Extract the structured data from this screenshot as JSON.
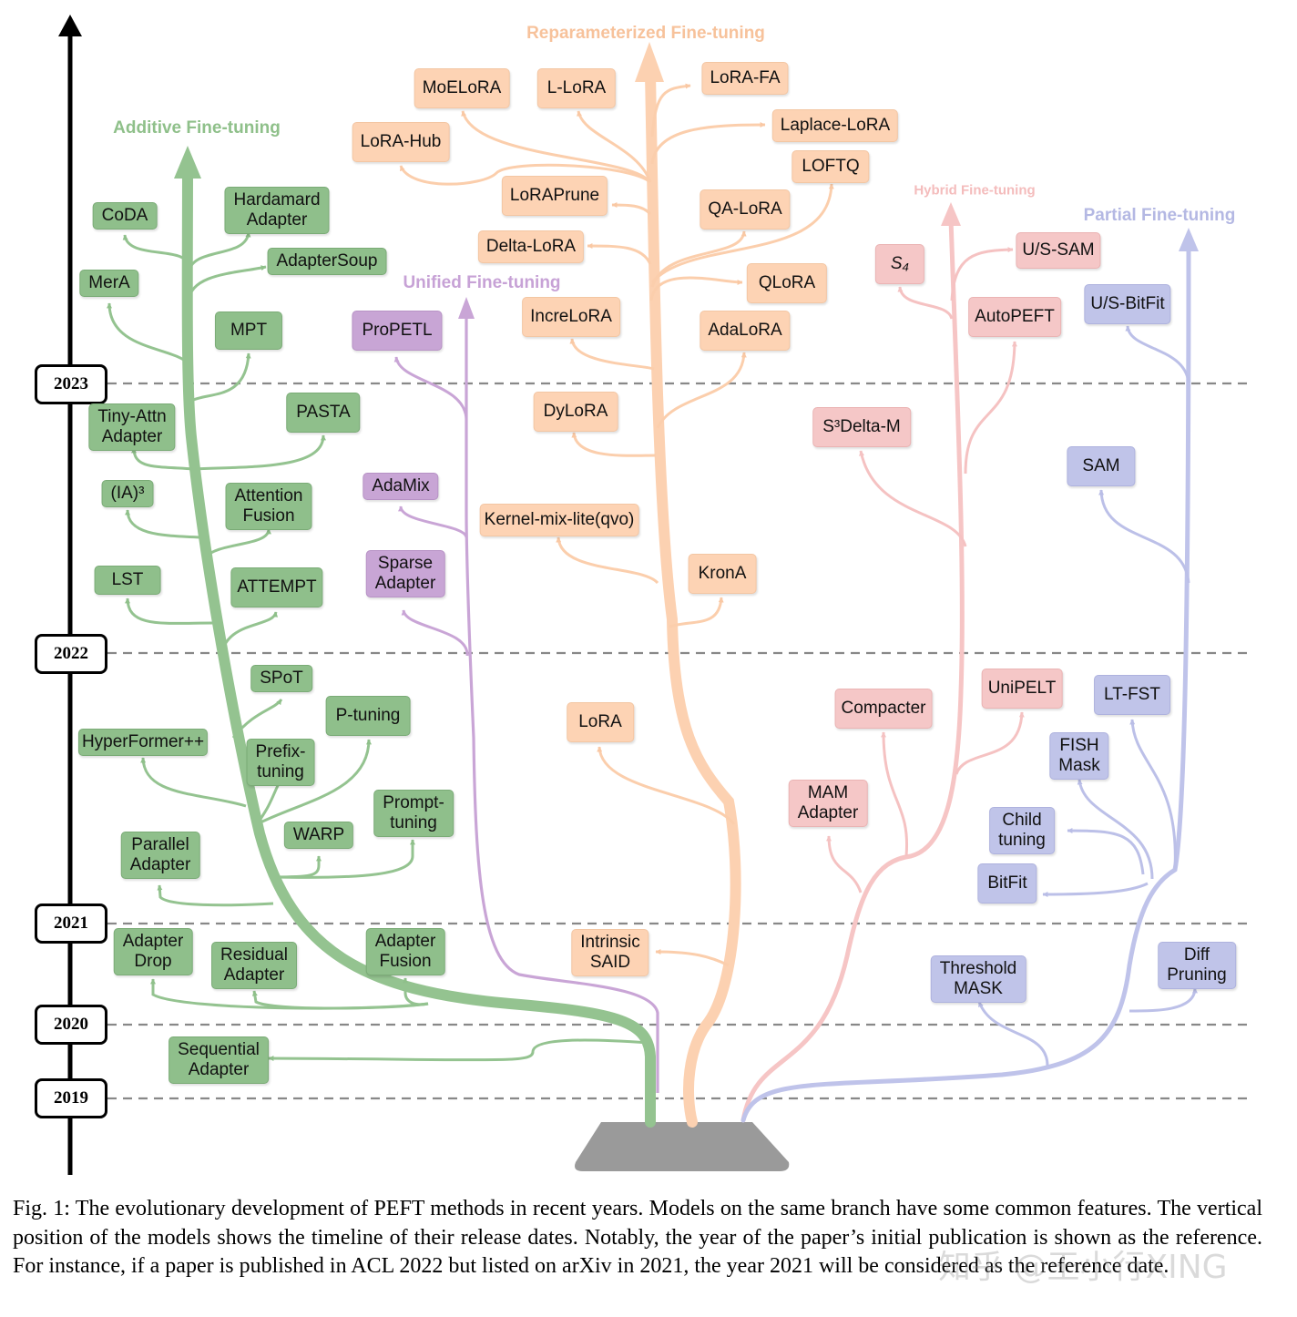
{
  "years": [
    "2023",
    "2022",
    "2021",
    "2020",
    "2019"
  ],
  "families": {
    "additive": "Additive Fine-tuning",
    "reparameterized": "Reparameterized Fine-tuning",
    "unified": "Unified Fine-tuning",
    "hybrid": "Hybrid Fine-tuning",
    "partial": "Partial Fine-tuning"
  },
  "nodes": {
    "coda": "CoDA",
    "hardamard_adapter": "Hardamard\nAdapter",
    "adaptersoup": "AdapterSoup",
    "mera": "MerA",
    "mpt": "MPT",
    "tiny_attn_adapter": "Tiny-Attn\nAdapter",
    "pasta": "PASTA",
    "ia3": "(IA)³",
    "attention_fusion": "Attention\nFusion",
    "lst": "LST",
    "attempt": "ATTEMPT",
    "spot": "SPoT",
    "p_tuning": "P-tuning",
    "hyperformer": "HyperFormer++",
    "prefix_tuning": "Prefix-\ntuning",
    "prompt_tuning": "Prompt-\ntuning",
    "warp": "WARP",
    "parallel_adapter": "Parallel\nAdapter",
    "adapter_drop": "Adapter\nDrop",
    "residual_adapter": "Residual\nAdapter",
    "adapter_fusion": "Adapter\nFusion",
    "sequential_adapter": "Sequential\nAdapter",
    "moelora": "MoELoRA",
    "l_lora": "L-LoRA",
    "lora_fa": "LoRA-FA",
    "laplace_lora": "Laplace-LoRA",
    "lora_hub": "LoRA-Hub",
    "loftq": "LOFTQ",
    "loraprune": "LoRAPrune",
    "qa_lora": "QA-LoRA",
    "delta_lora": "Delta-LoRA",
    "qlora": "QLoRA",
    "increlora": "IncreLoRA",
    "adalora": "AdaLoRA",
    "dylora": "DyLoRA",
    "kernel_mix": "Kernel-mix-lite(qvo)",
    "krona": "KronA",
    "lora": "LoRA",
    "intrinsic_said": "Intrinsic\nSAID",
    "propetl": "ProPETL",
    "adamix": "AdaMix",
    "sparse_adapter": "Sparse\nAdapter",
    "s4": "S₄",
    "us_sam": "U/S-SAM",
    "autopeft": "AutoPEFT",
    "s3delta": "S³Delta-M",
    "unipelt": "UniPELT",
    "compacter": "Compacter",
    "mam_adapter": "MAM\nAdapter",
    "us_bitfit": "U/S-BitFit",
    "sam": "SAM",
    "lt_fst": "LT-FST",
    "fish_mask": "FISH\nMask",
    "child_tuning": "Child\ntuning",
    "bitfit": "BitFit",
    "threshold_mask": "Threshold\nMASK",
    "diff_pruning": "Diff\nPruning"
  },
  "caption": "Fig. 1: The evolutionary development of PEFT methods in recent years. Models on the same branch have some common features. The vertical position of the models shows the timeline of their release dates. Notably, the year of the paper’s initial publication is shown as the reference. For instance, if a paper is published in ACL 2022 but listed on arXiv in 2021, the year 2021 will be considered as the reference date.",
  "watermark": "知乎 @王小行XING",
  "colors": {
    "additive": "#8fbf8b",
    "reparameterized": "#fdd3b4",
    "unified": "#c8a5d5",
    "hybrid": "#f5c7c7",
    "partial": "#c0c4e9",
    "base": "#999999"
  }
}
